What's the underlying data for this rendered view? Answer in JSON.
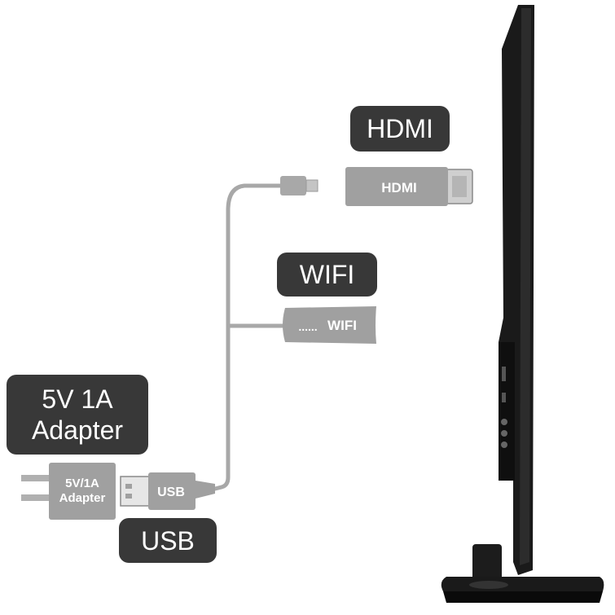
{
  "callouts": {
    "hdmi": "HDMI",
    "wifi": "WIFI",
    "adapter_line1": "5V 1A",
    "adapter_line2": "Adapter",
    "usb": "USB"
  },
  "devices": {
    "hdmi_dongle_label": "HDMI",
    "wifi_antenna_label": "WIFI",
    "wifi_antenna_dots": "......",
    "usb_plug_label": "USB",
    "adapter_label_line1": "5V/1A",
    "adapter_label_line2": "Adapter"
  },
  "colors": {
    "callout_bg": "#383838",
    "device_gray": "#a0a0a0",
    "cable_gray": "#a8a8a8",
    "tv_black": "#1a1a1a"
  }
}
